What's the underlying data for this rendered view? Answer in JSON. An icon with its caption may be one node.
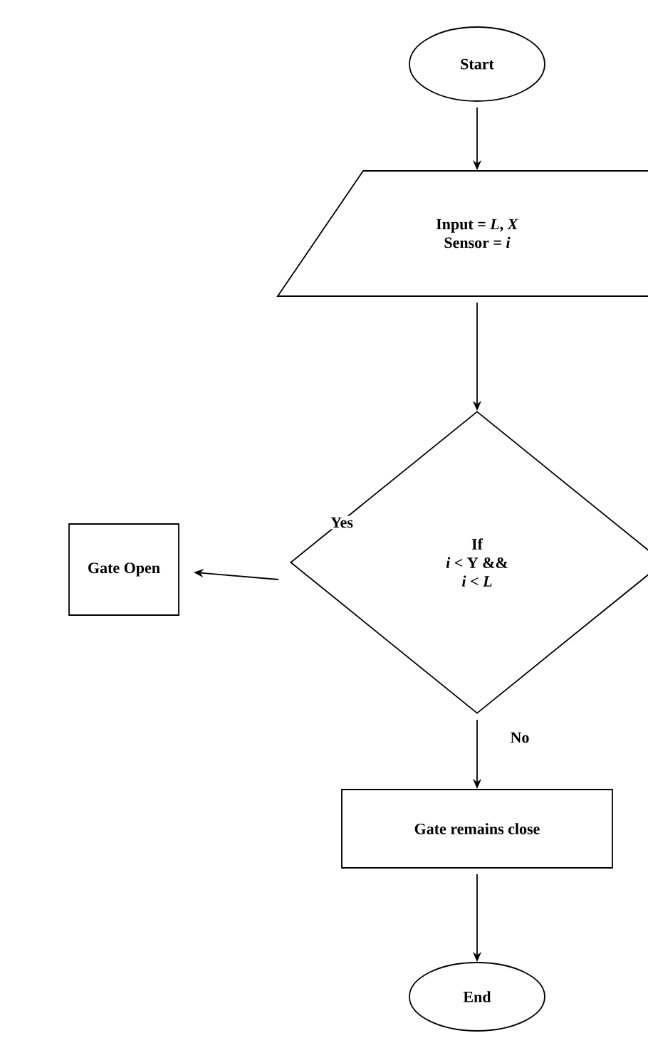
{
  "diagram": {
    "nodes": [
      {
        "text": [
          "Start"
        ]
      },
      {
        "text": [
          "Input = *L*, *X*",
          "Sensor = *i*"
        ]
      },
      {
        "text": [
          "If",
          "*i* < Y &&",
          "*i* <  *L*"
        ]
      },
      {
        "text": [
          "Gate Open"
        ]
      },
      {
        "text": [
          "Gate remains close"
        ]
      },
      {
        "text": [
          "End"
        ]
      }
    ],
    "edges": [
      {
        "from": 0,
        "to": 1,
        "arrow": "to"
      },
      {
        "from": 1,
        "to": 2,
        "arrow": "to"
      },
      {
        "from": 2,
        "to": 3,
        "arrow": "to",
        "label": "Yes"
      },
      {
        "from": 2,
        "to": 4,
        "arrow": "to",
        "label": "No"
      },
      {
        "from": 4,
        "to": 5,
        "arrow": "to"
      }
    ]
  }
}
